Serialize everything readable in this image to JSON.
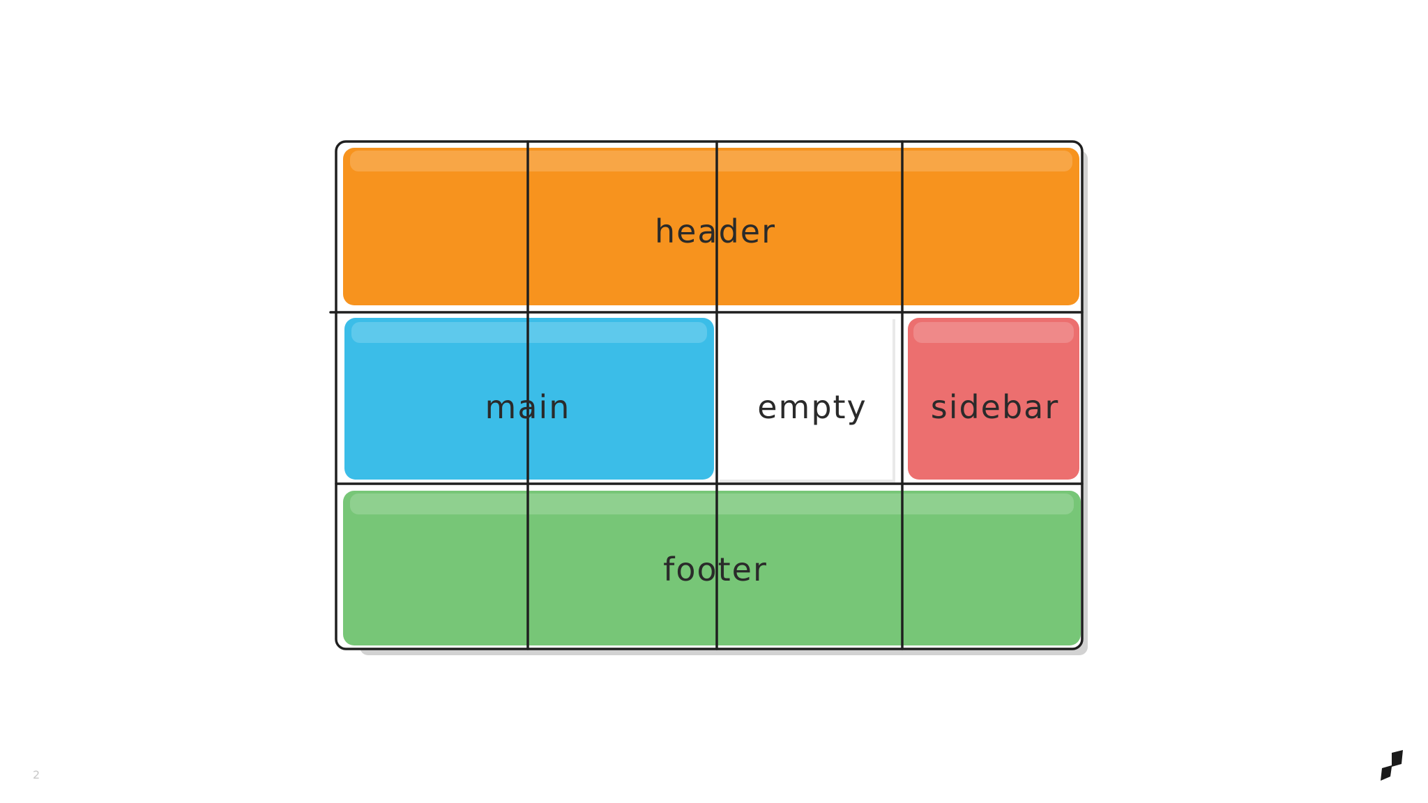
{
  "diagram": {
    "areas": {
      "header": {
        "label": "header",
        "color": "#F7931E"
      },
      "main": {
        "label": "main",
        "color": "#3BBDE8"
      },
      "empty": {
        "label": "empty",
        "color": "#FFFFFF"
      },
      "sidebar": {
        "label": "sidebar",
        "color": "#EC6F6F"
      },
      "footer": {
        "label": "footer",
        "color": "#77C677"
      }
    },
    "grid_line_color": "#1F1F1F",
    "shadow_color": "#CFCFCF"
  },
  "slide": {
    "page_number": "2"
  },
  "logo": {
    "icon": "brand-logo-icon",
    "color": "#1A1A1A"
  }
}
